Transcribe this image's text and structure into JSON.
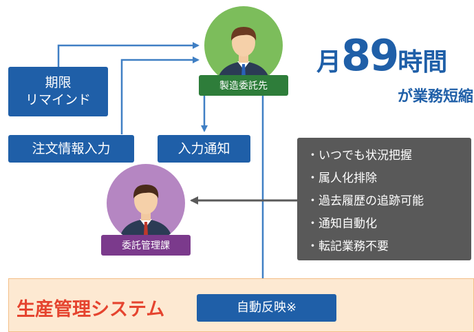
{
  "boxes": {
    "deadline_reminder": "期限\nリマインド",
    "order_input": "注文情報入力",
    "input_notice": "入力通知"
  },
  "contractor": {
    "label": "製造委託先",
    "tag_color": "#2e7d3a",
    "circle_color": "#7cbd5b"
  },
  "management": {
    "label": "委託管理課",
    "tag_color": "#7b3a8c",
    "circle_color": "#b586c2"
  },
  "headline": {
    "prefix": "月",
    "number": "89",
    "suffix": "時間",
    "subtitle": "が業務短縮"
  },
  "benefits": [
    "・いつでも状況把握",
    "・属人化排除",
    "・過去履歴の追跡可能",
    "・通知自動化",
    "・転記業務不要"
  ],
  "system": {
    "title": "生産管理システム",
    "auto_reflect": "自動反映※"
  },
  "colors": {
    "primary_blue": "#1f5fa8",
    "arrow_blue": "#3f7fc4",
    "dark_gray": "#595959",
    "band_bg": "#fde9d2",
    "system_red": "#e5442f"
  }
}
